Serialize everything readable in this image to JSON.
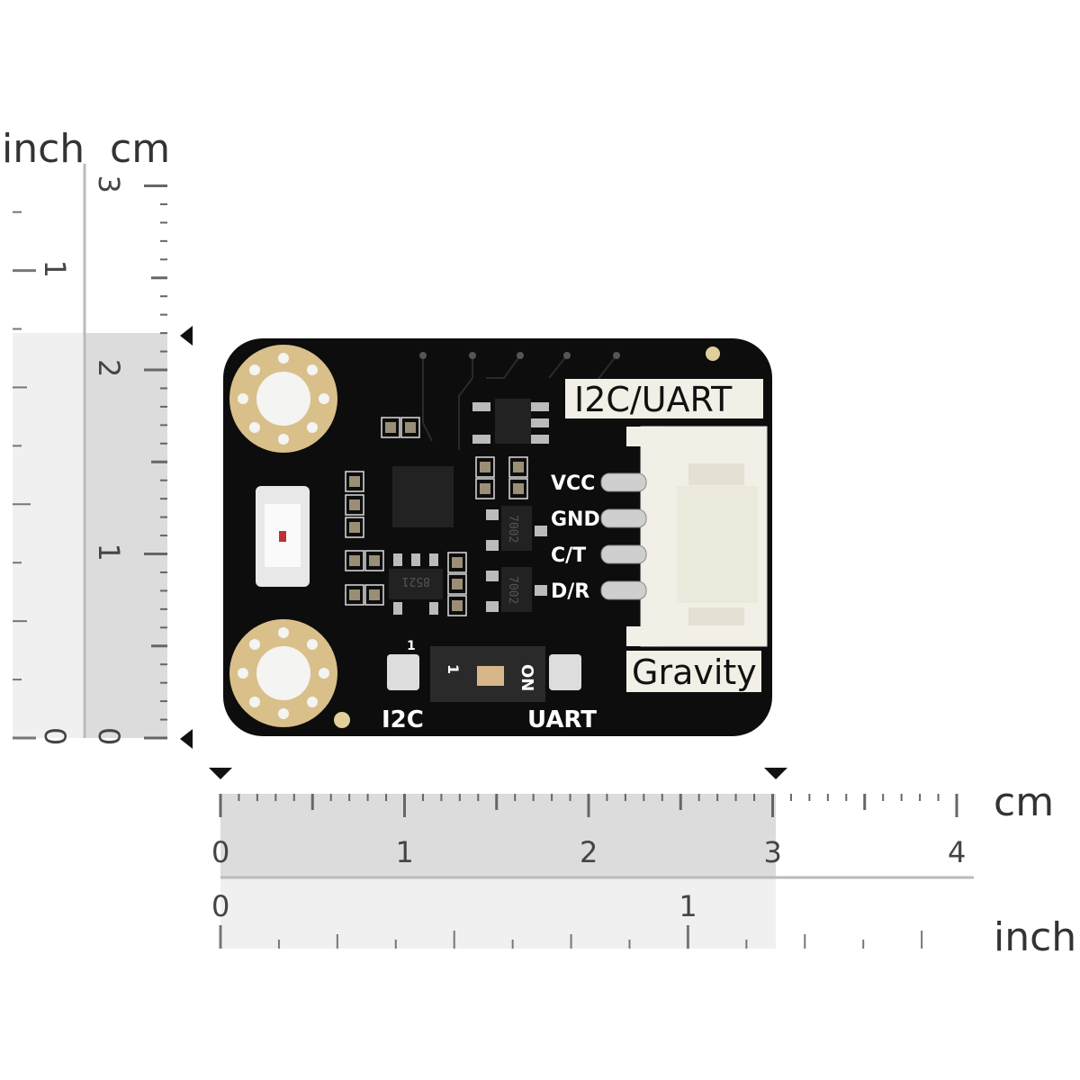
{
  "vertical_ruler": {
    "inch_label": "inch",
    "cm_label": "cm",
    "cm_ticks": [
      "0",
      "1",
      "2",
      "3"
    ],
    "inch_ticks": [
      "0",
      "1"
    ],
    "measured_cm": 2.2
  },
  "horizontal_ruler": {
    "cm_label": "cm",
    "inch_label": "inch",
    "cm_ticks": [
      "0",
      "1",
      "2",
      "3",
      "4"
    ],
    "inch_ticks": [
      "0",
      "1"
    ],
    "measured_cm": 3.0
  },
  "board": {
    "header_label": "I2C/UART",
    "footer_label": "Gravity",
    "pins": [
      "VCC",
      "GND",
      "C/T",
      "D/R"
    ],
    "switch_left": "I2C",
    "switch_right": "UART",
    "switch_on": "ON",
    "switch_num": "1",
    "chip1": "7002",
    "chip2": "7002",
    "chip3": "8521",
    "colors": {
      "pcb": "#0d0d0d",
      "gold": "#d9c08a",
      "connector": "#f1efe6",
      "silk": "#ffffff"
    }
  }
}
